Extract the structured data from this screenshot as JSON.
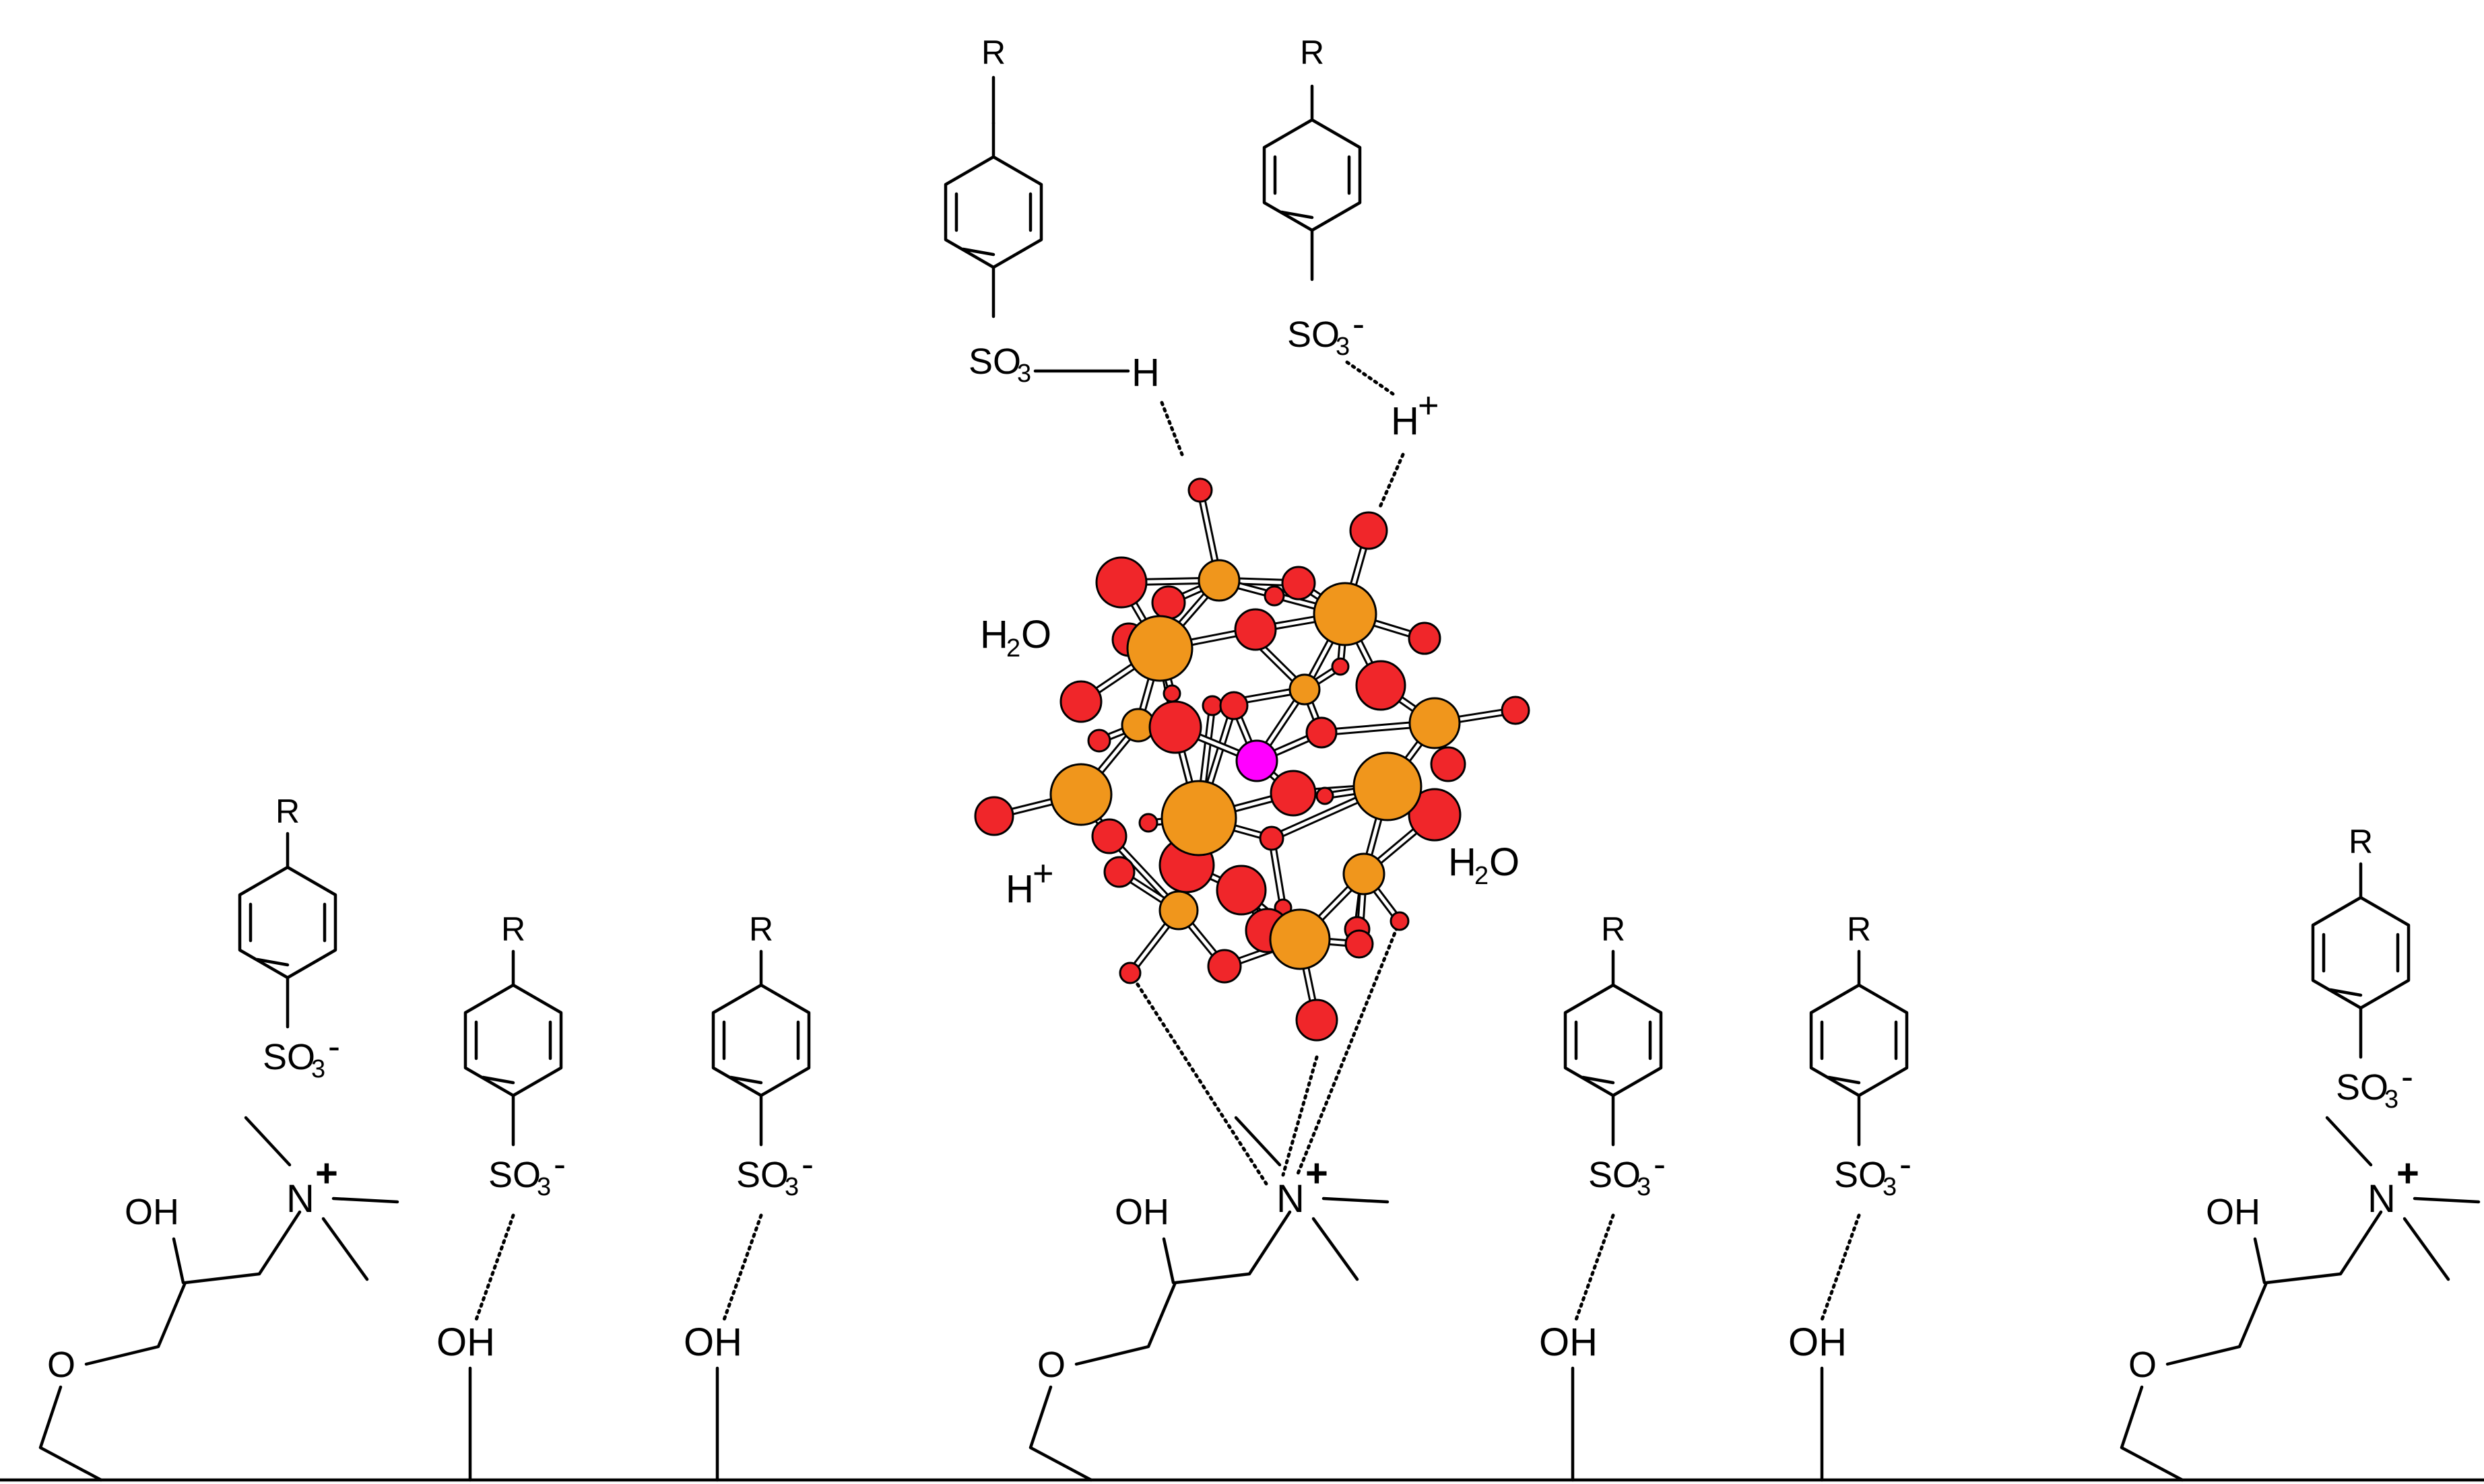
{
  "labels": {
    "r": "R",
    "so3": "SO",
    "sub3": "3",
    "minus": "-",
    "so3h_h": "H",
    "h_plus_h": "H",
    "plus": "+",
    "oh": "OH",
    "n": "N",
    "o": "O",
    "h2o_h": "H",
    "h2o_2": "2",
    "h2o_o": "O"
  },
  "colors": {
    "oxygen": "#f0262a",
    "metal": "#f0961c",
    "center": "#ff00ff",
    "line": "#000000",
    "background": "#ffffff"
  }
}
